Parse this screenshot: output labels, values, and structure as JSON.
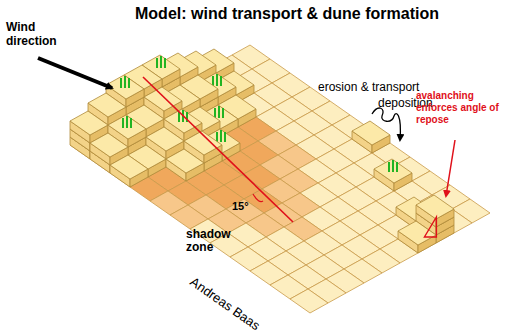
{
  "diagram": {
    "title": "Model: wind transport & dune formation",
    "labels": [
      "Wind direction",
      "erosion & transport",
      "deposition",
      "avalanching enforces angle of repose",
      "15°",
      "shadow zone",
      "Andreas Baas"
    ]
  }
}
